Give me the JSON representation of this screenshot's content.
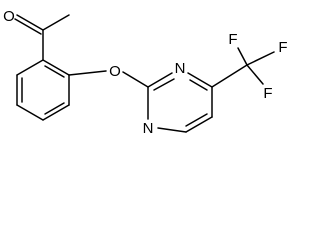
{
  "molecule": {
    "atoms": {
      "carbonyl_oxygen": "O",
      "ether_oxygen": "O",
      "ring_nitrogen_upper": "N",
      "ring_nitrogen_lower": "N",
      "fluorine_top": "F",
      "fluorine_right": "F",
      "fluorine_lower": "F"
    }
  }
}
